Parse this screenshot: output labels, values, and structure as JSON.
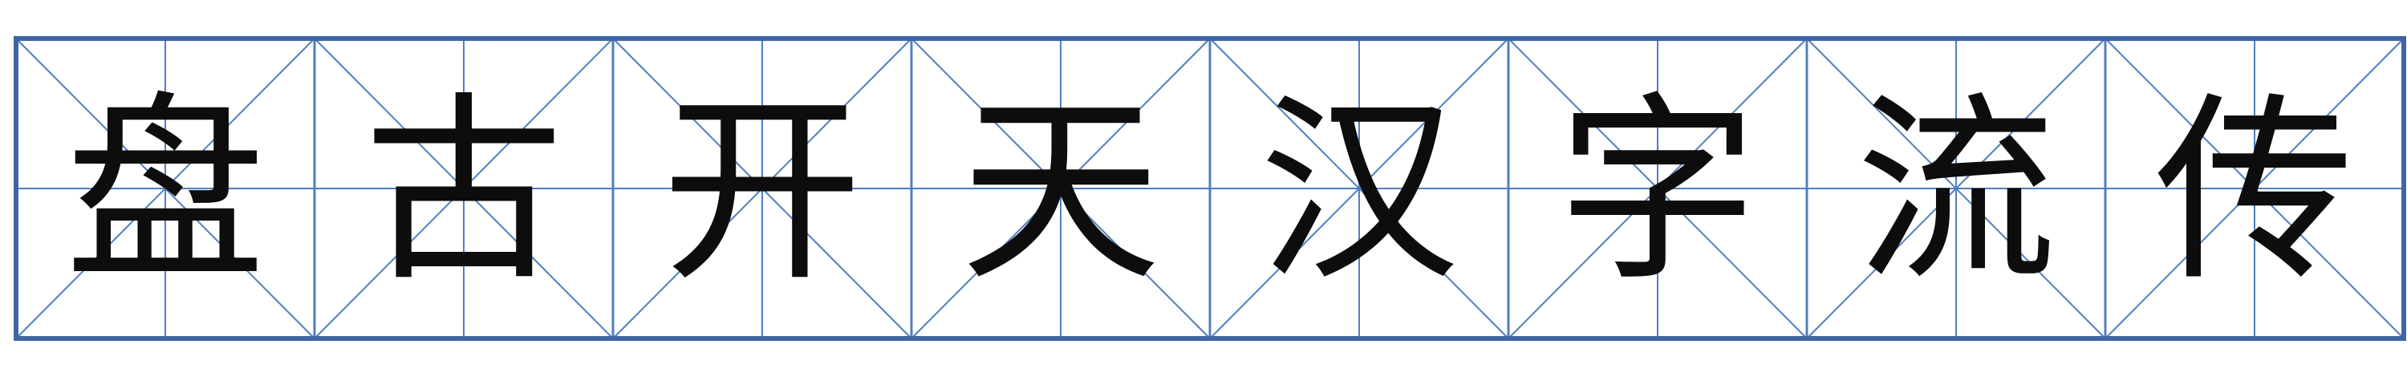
{
  "practice_sheet": {
    "grid_style": "mi-zi-ge",
    "colors": {
      "grid_line": "#4f7fc0",
      "outer_border": "#3f66a3",
      "ink": "#0d0d0d"
    },
    "characters": [
      "盘",
      "古",
      "开",
      "天",
      "汉",
      "字",
      "流",
      "传"
    ]
  }
}
